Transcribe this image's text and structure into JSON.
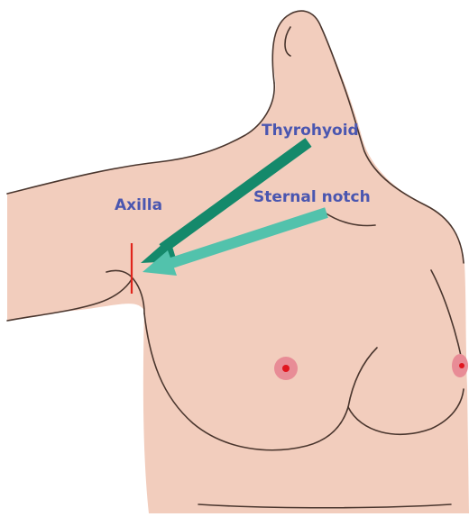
{
  "colors": {
    "skin": "#f2cdbd",
    "outline": "#4a362e",
    "label_text": "#4a56b0",
    "arrow_thyrohyoid": "#14896b",
    "arrow_sternal_notch": "#52c2ac",
    "axilla_marker": "#e0251c",
    "areola": "#e88c96",
    "nipple": "#e0161f",
    "background": "#ffffff"
  },
  "labels": {
    "thyrohyoid": "Thyrohyoid",
    "sternal_notch": "Sternal notch",
    "axilla": "Axilla"
  }
}
